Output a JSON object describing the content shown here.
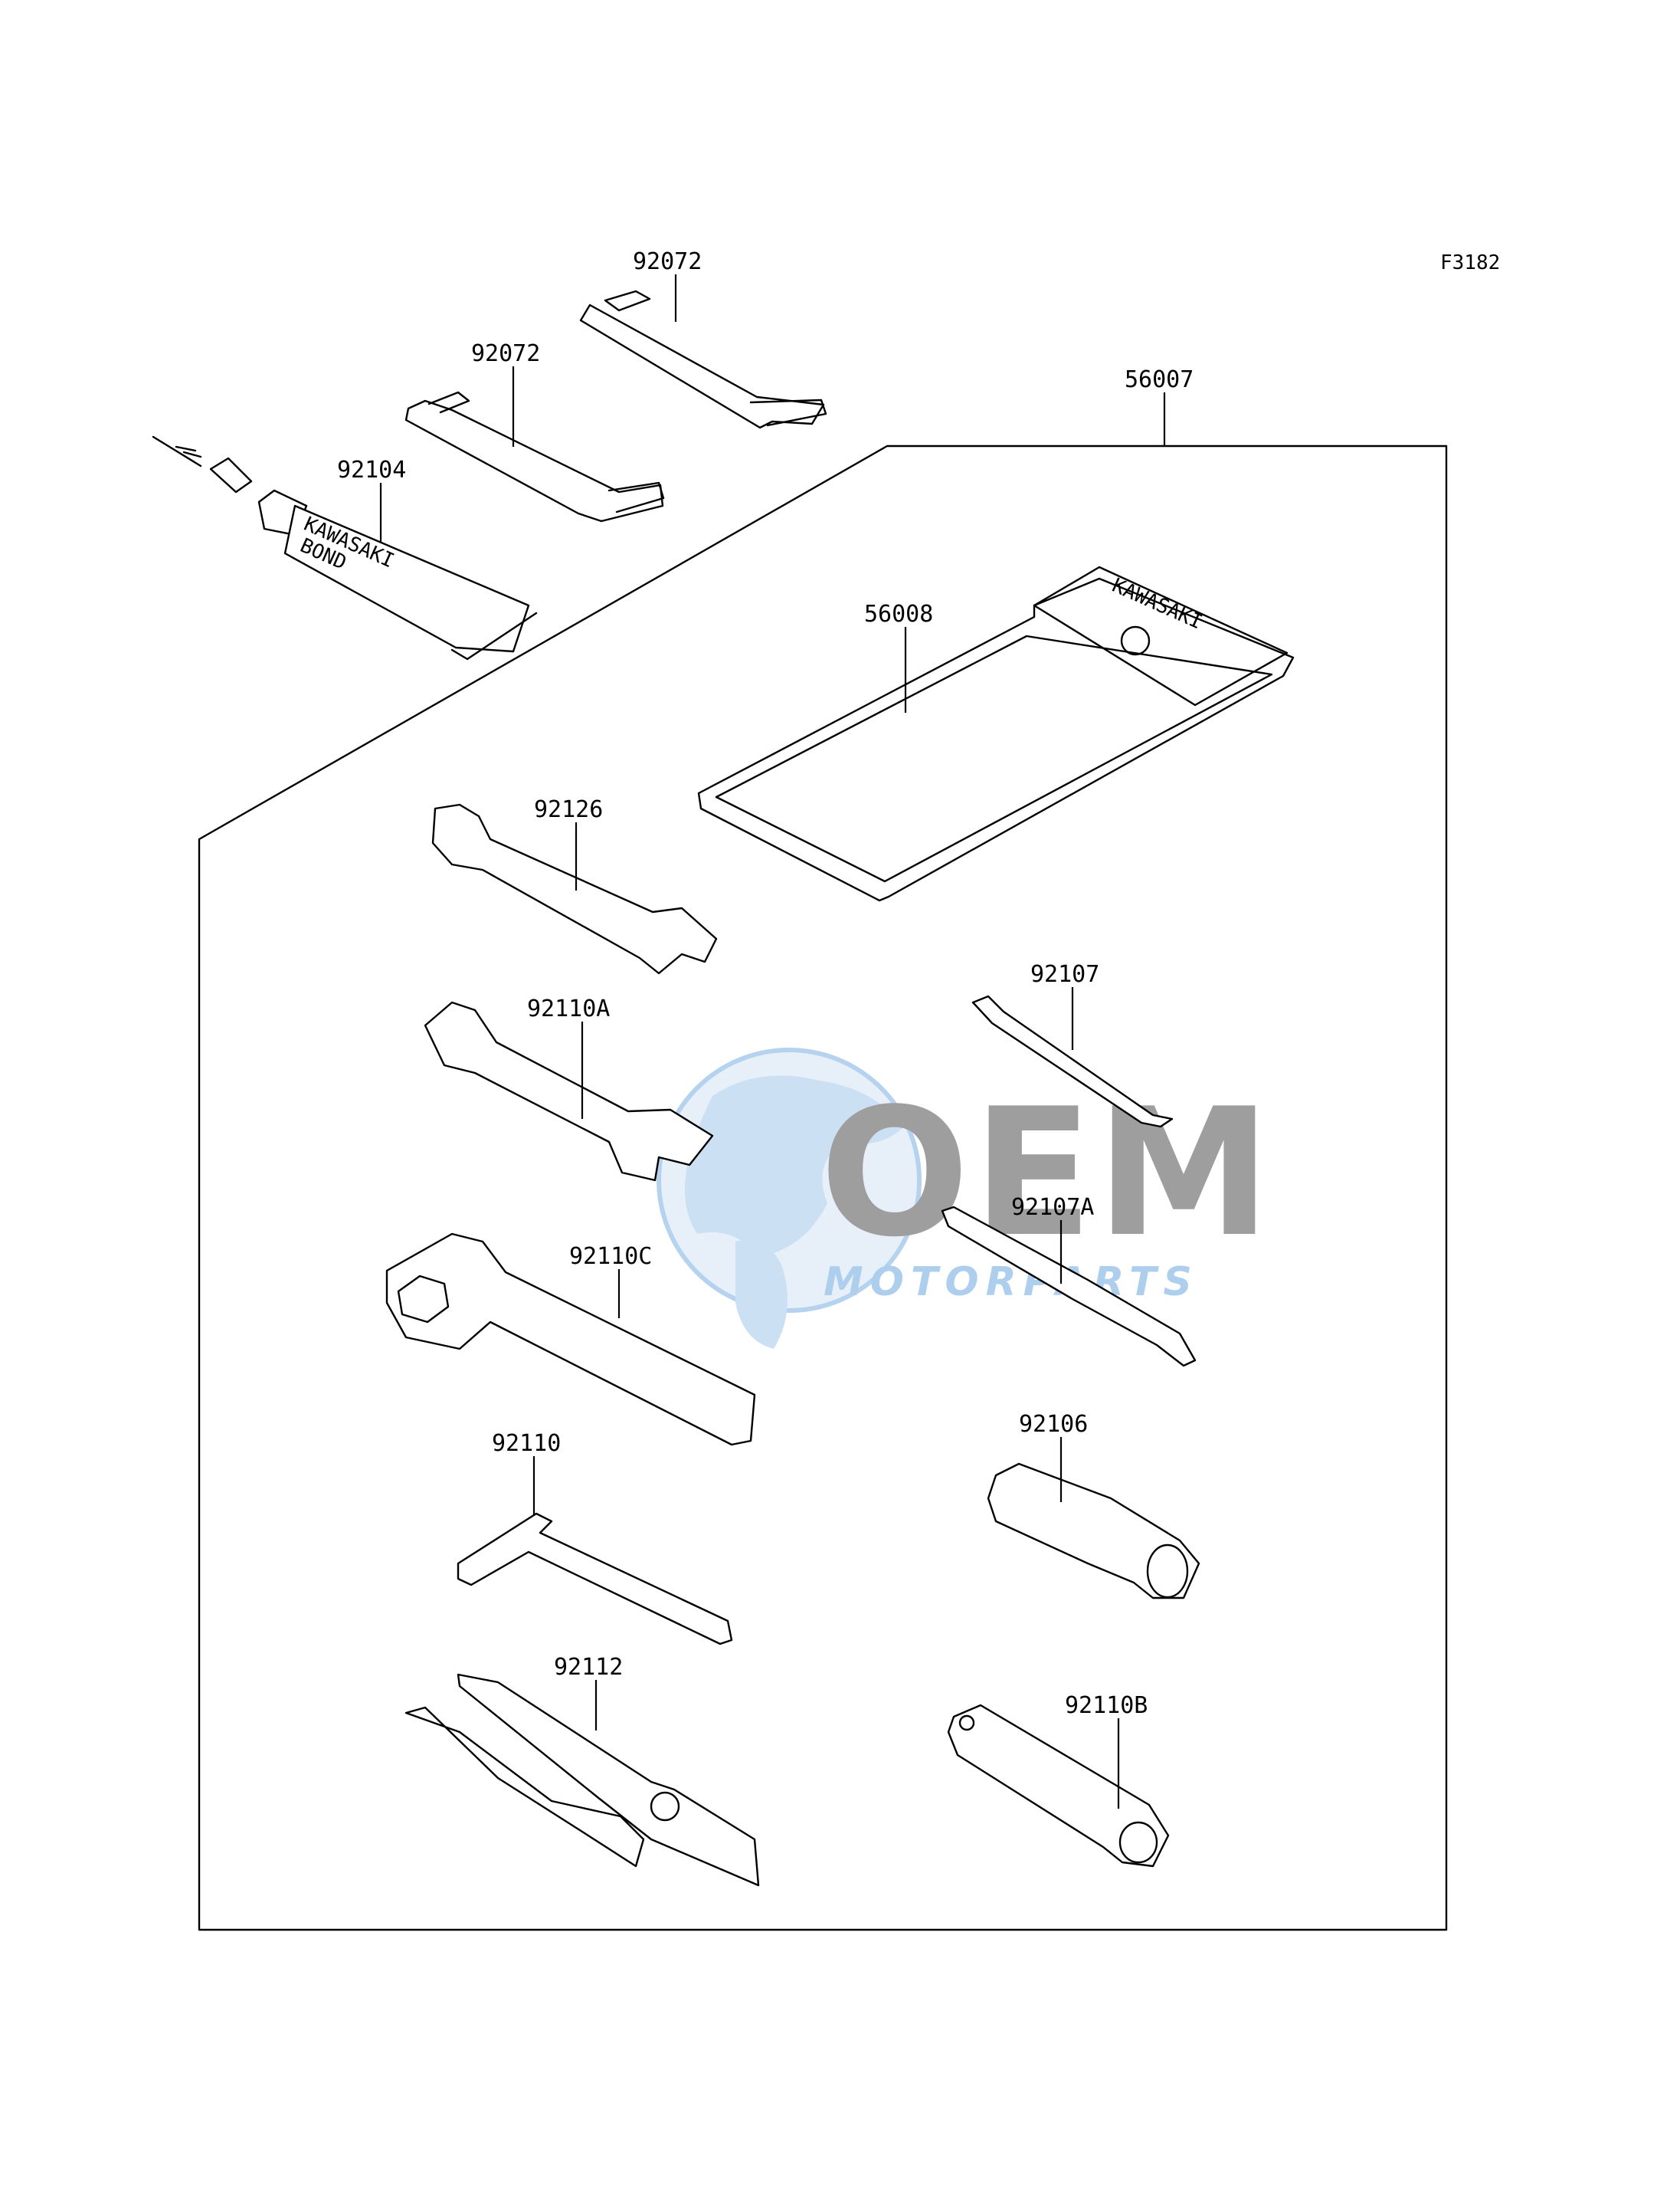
{
  "diagram_code": "F3182",
  "parts": {
    "strap_upper": "92072",
    "strap_lower": "92072",
    "bond_tube": "92104",
    "tool_kit": "56007",
    "tool_bag": "56008",
    "wrench": "92126",
    "wrench_a": "92110A",
    "driver_bit": "92107",
    "driver_bit_a": "92107A",
    "box_wrench": "92110C",
    "handle": "92106",
    "hex_wrench": "92110",
    "pliers": "92112",
    "socket_wrench": "92110B"
  },
  "printed_text": {
    "bag_logo": "KAWASAKI",
    "tube_brand": "KAWASAKI",
    "tube_label": "BOND"
  },
  "watermark": {
    "brand": "OEM",
    "subtitle": "MOTORPARTS",
    "colors": {
      "globe": "#9fc6ea",
      "brand": "#8e8e8e"
    }
  }
}
